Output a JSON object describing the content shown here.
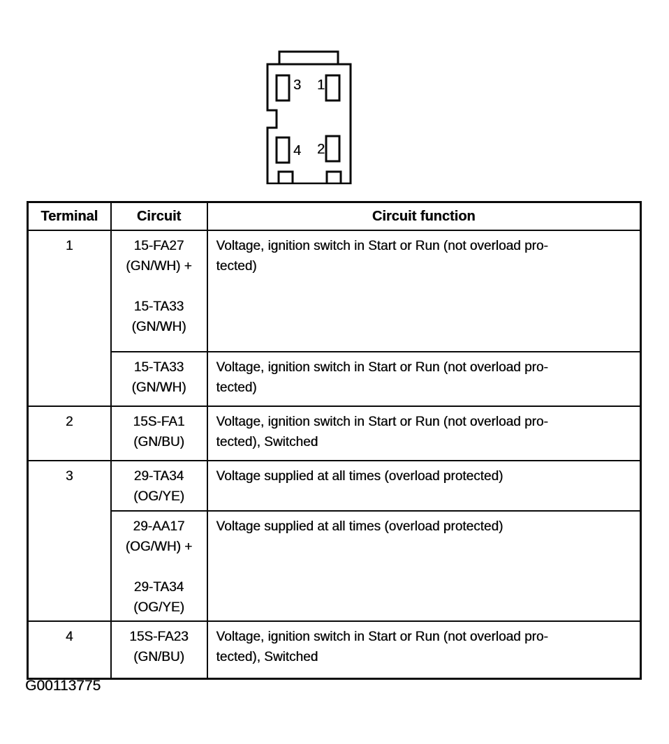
{
  "figure": {
    "id": "G00113775"
  },
  "connector": {
    "description": "4-cavity connector face view with top tab, left index notch and two bottom slots",
    "pins": [
      {
        "number": "3",
        "position": "top-left"
      },
      {
        "number": "1",
        "position": "top-right"
      },
      {
        "number": "4",
        "position": "bottom-left"
      },
      {
        "number": "2",
        "position": "bottom-right"
      }
    ]
  },
  "table": {
    "headers": {
      "terminal": "Terminal",
      "circuit": "Circuit",
      "function": "Circuit function"
    },
    "rows": [
      {
        "terminal": "1",
        "circuit": "15-FA27\n(GN/WH) +\n\n15-TA33\n(GN/WH)",
        "function": "Voltage, ignition switch in Start or Run (not overload pro-\ntected)"
      },
      {
        "circuit": "15-TA33\n(GN/WH)",
        "function": "Voltage, ignition switch in Start or Run (not overload pro-\ntected)"
      },
      {
        "terminal": "2",
        "circuit": "15S-FA1\n(GN/BU)",
        "function": "Voltage, ignition switch in Start or Run (not overload pro-\ntected), Switched"
      },
      {
        "terminal": "3",
        "circuit": "29-TA34\n(OG/YE)",
        "function": "Voltage supplied at all times (overload protected)"
      },
      {
        "circuit": "29-AA17\n(OG/WH) +\n\n29-TA34\n(OG/YE)",
        "function": "Voltage supplied at all times (overload protected)"
      },
      {
        "terminal": "4",
        "circuit": "15S-FA23\n(GN/BU)",
        "function": "Voltage, ignition switch in Start or Run (not overload pro-\ntected), Switched"
      }
    ]
  }
}
